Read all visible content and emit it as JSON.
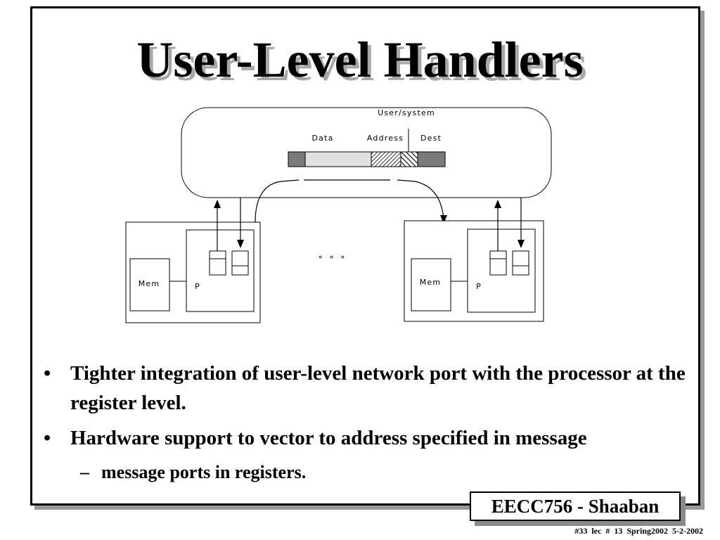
{
  "slide": {
    "title": "User-Level Handlers",
    "bullets": [
      {
        "marker": "•",
        "text": "Tighter integration of user-level network port with the processor at the register level."
      },
      {
        "marker": "•",
        "text": "Hardware support to vector to address specified in message"
      }
    ],
    "sub_bullets": [
      {
        "marker": "–",
        "text": "message ports in registers."
      }
    ],
    "badge": "EECC756 - Shaaban",
    "footer": "#33   lec # 13    Spring2002   5-2-2002"
  },
  "diagram": {
    "network_label": "User/system",
    "message_fields": [
      "Data",
      "Address",
      "Dest"
    ],
    "mem_label": "Mem",
    "proc_label": "P",
    "ellipsis": "° ° °"
  }
}
